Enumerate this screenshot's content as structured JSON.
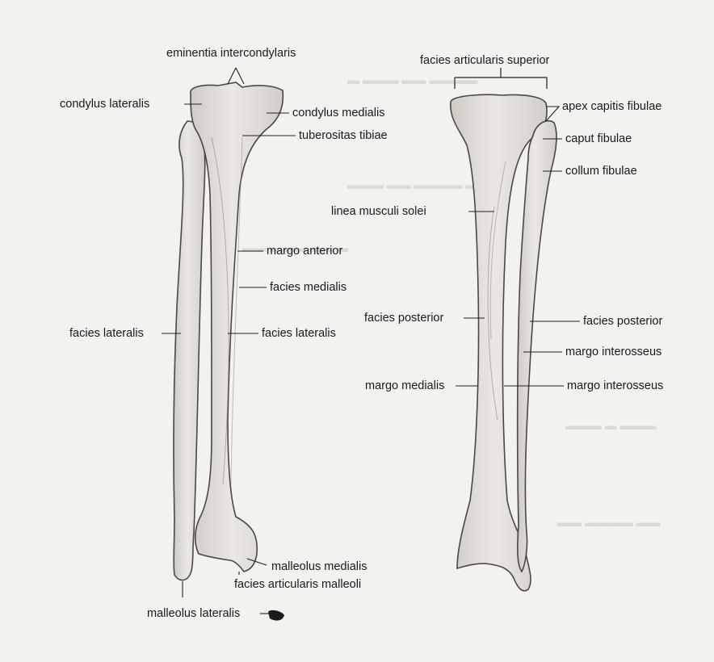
{
  "figure": {
    "anterior_view_labels": {
      "eminentia_intercondylaris": "eminentia intercondylaris",
      "condylus_lateralis": "condylus lateralis",
      "condylus_medialis": "condylus medialis",
      "tuberositas_tibiae": "tuberositas tibiae",
      "margo_anterior": "margo anterior",
      "facies_medialis": "facies medialis",
      "facies_lateralis_fibula": "facies lateralis",
      "facies_lateralis_tibia": "facies lateralis",
      "malleolus_medialis": "malleolus medialis",
      "facies_articularis_malleoli": "facies articularis malleoli",
      "malleolus_lateralis": "malleolus lateralis"
    },
    "posterior_view_labels": {
      "facies_articularis_superior": "facies articularis superior",
      "apex_capitis_fibulae": "apex capitis fibulae",
      "caput_fibulae": "caput fibulae",
      "collum_fibulae": "collum fibulae",
      "linea_musculi_solei": "linea musculi solei",
      "facies_posterior_tibia": "facies posterior",
      "facies_posterior_fibula": "facies posterior",
      "margo_interosseus_1": "margo interosseus",
      "margo_interosseus_2": "margo interosseus",
      "margo_medialis": "margo medialis"
    }
  }
}
